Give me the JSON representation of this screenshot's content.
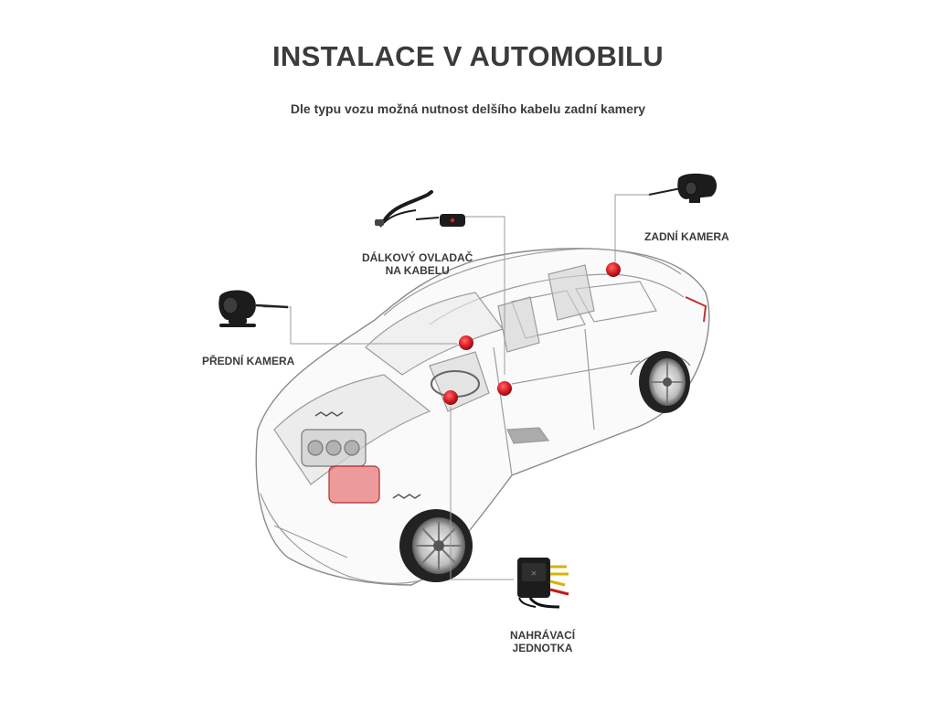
{
  "header": {
    "title": "INSTALACE V AUTOMOBILU",
    "subtitle": "Dle typu vozu možná nutnost delšího kabelu zadní kamery"
  },
  "labels": {
    "remote_line1": "DÁLKOVÝ OVLADAČ",
    "remote_line2": "NA KABELU",
    "rear_camera": "ZADNÍ KAMERA",
    "front_camera": "PŘEDNÍ KAMERA",
    "unit_line1": "NAHRÁVACÍ",
    "unit_line2": "JEDNOTKA"
  },
  "colors": {
    "marker": "#e0202a",
    "text": "#3b3b3b",
    "leader": "#9a9a9a"
  },
  "icons": {
    "remote": "remote-control-icon",
    "rear_camera": "rear-camera-icon",
    "front_camera": "front-camera-icon",
    "recorder": "recording-unit-icon"
  }
}
